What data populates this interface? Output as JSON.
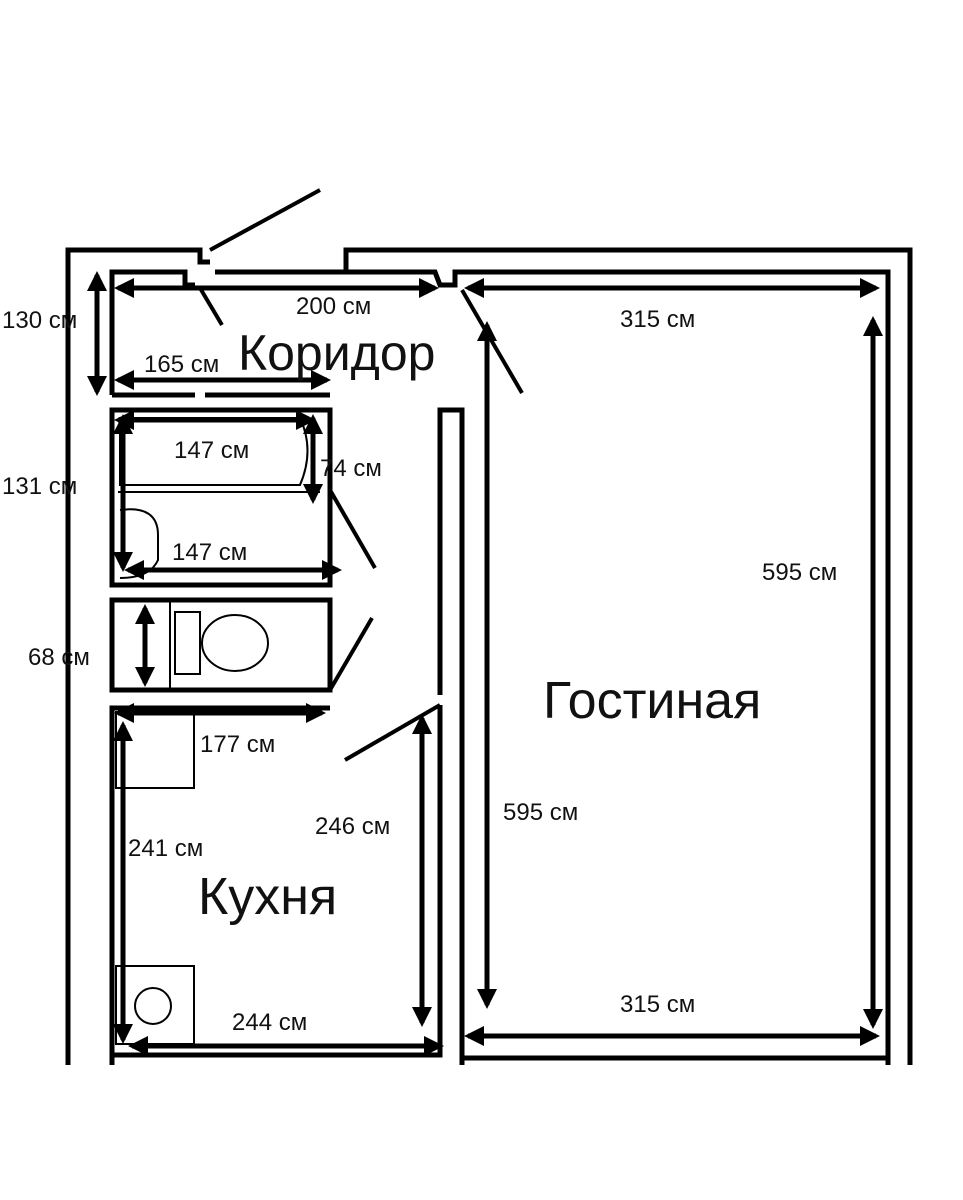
{
  "plan": {
    "rooms": {
      "corridor": "Коридор",
      "living": "Гостиная",
      "kitchen": "Кухня"
    },
    "dimensions": {
      "corridor_width": "200 см",
      "corridor_depth": "130 см",
      "corridor_inner": "165 см",
      "bath_top": "147 см",
      "bath_depth": "74 см",
      "bath_height": "131 см",
      "bath_bottom": "147 см",
      "wc_height": "68 см",
      "kitchen_top": "177 см",
      "kitchen_left": "241 см",
      "kitchen_right": "246 см",
      "kitchen_bottom": "244 см",
      "living_top": "315 см",
      "living_right": "595 см",
      "living_left": "595 см",
      "living_bottom": "315 см"
    }
  }
}
